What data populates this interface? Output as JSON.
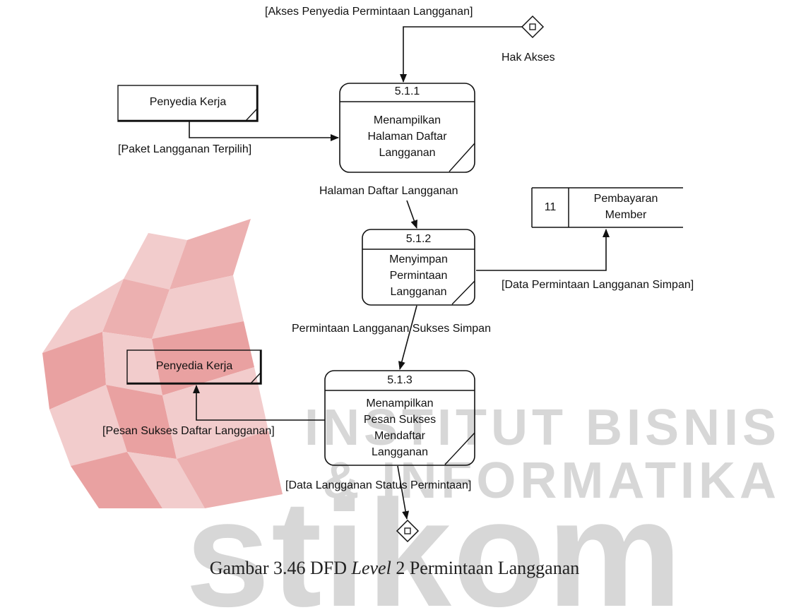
{
  "watermark": {
    "line1": "INSTITUT BISNIS",
    "line2": "& INFORMATIKA",
    "logo_text": "stikom",
    "color": "#d7d7d7",
    "accent_colors": [
      "#e9a3a3",
      "#d85555"
    ]
  },
  "processes": [
    {
      "id": "5.1.1",
      "lines": [
        "Menampilkan",
        "Halaman Daftar",
        "Langganan"
      ]
    },
    {
      "id": "5.1.2",
      "lines": [
        "Menyimpan",
        "Permintaan",
        "Langganan"
      ]
    },
    {
      "id": "5.1.3",
      "lines": [
        "Menampilkan",
        "Pesan Sukses",
        "Mendaftar",
        "Langganan"
      ]
    }
  ],
  "entities": [
    {
      "label": "Penyedia Kerja"
    },
    {
      "label": "Penyedia Kerja"
    }
  ],
  "datastore": {
    "number": "11",
    "name_lines": [
      "Pembayaran",
      "Member"
    ]
  },
  "gate_label": "Hak Akses",
  "flows": {
    "akses": "[Akses Penyedia Permintaan Langganan]",
    "paket": "[Paket Langganan Terpilih]",
    "halaman": "Halaman Daftar Langganan",
    "data_simpan": "[Data Permintaan Langganan Simpan]",
    "sukses_simpan": "Permintaan Langganan Sukses Simpan",
    "pesan_sukses": "[Pesan Sukses Daftar Langganan]",
    "status": "[Data Langganan Status Permintaan]"
  },
  "caption": {
    "prefix": "Gambar 3.46 DFD ",
    "italic": "Level",
    "suffix": " 2 Permintaan Langganan"
  }
}
